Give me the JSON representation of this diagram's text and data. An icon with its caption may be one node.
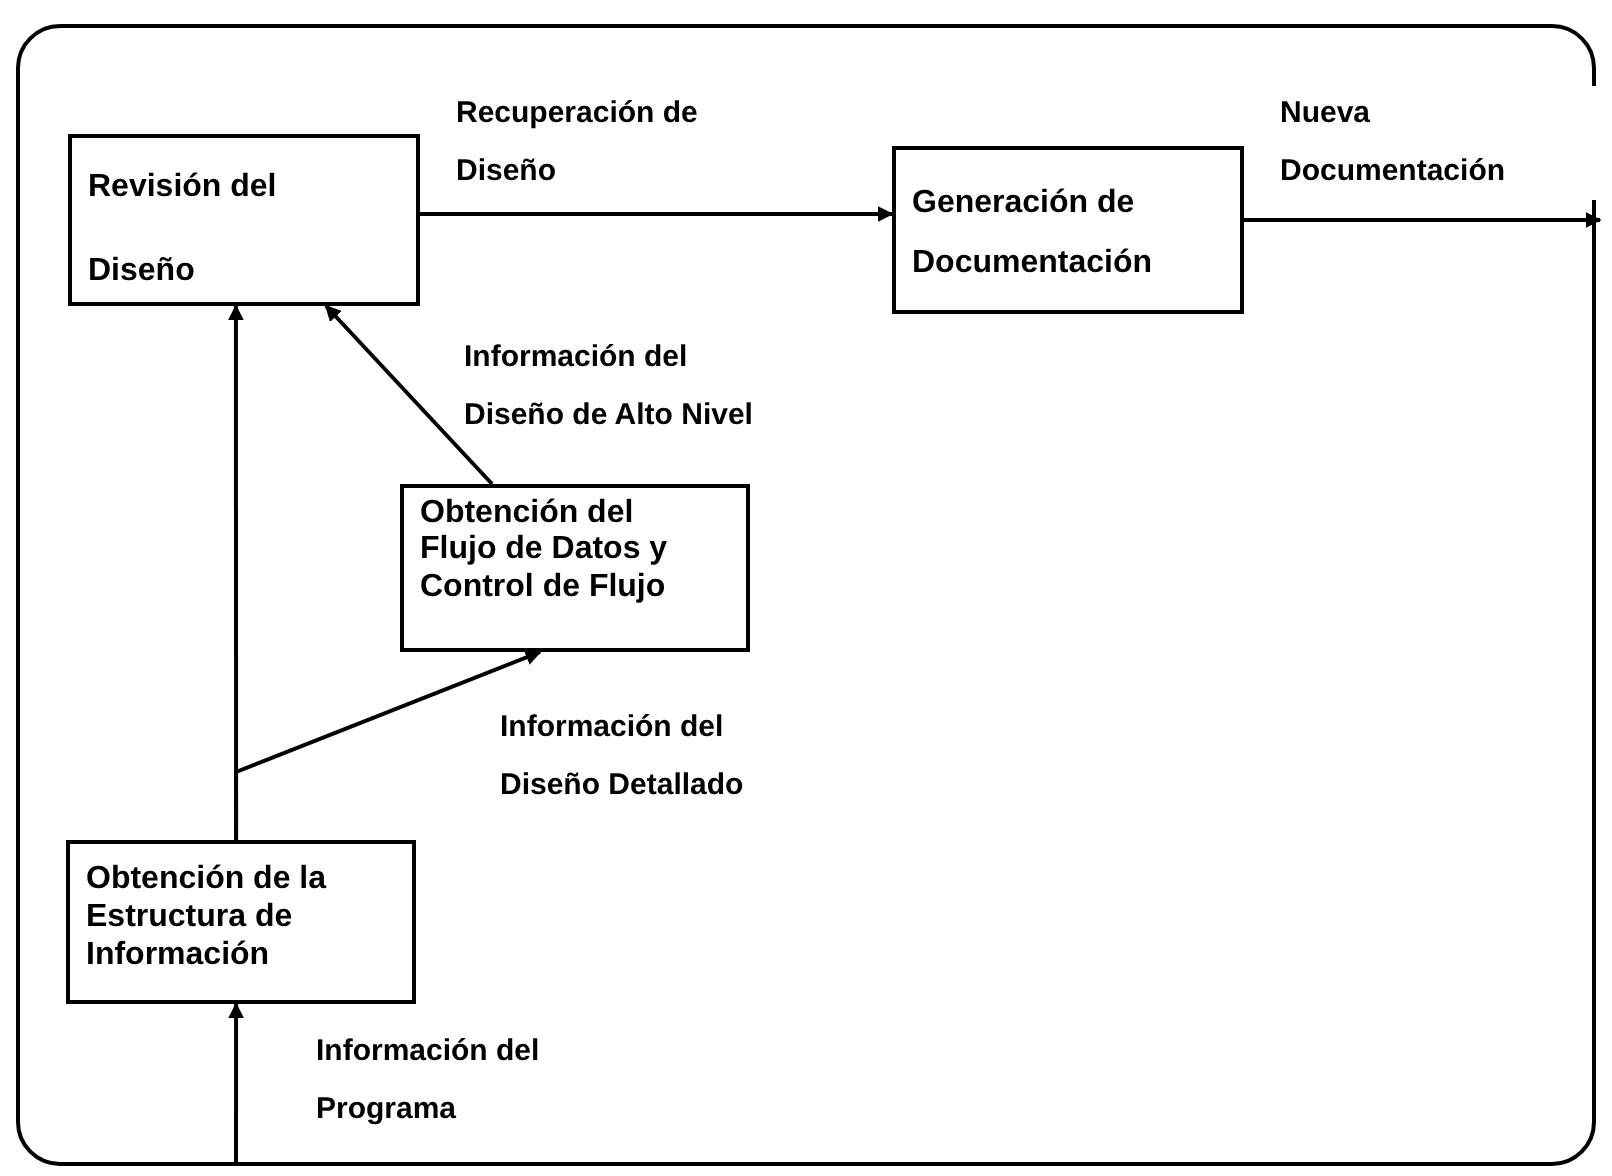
{
  "diagram": {
    "nodes": [
      {
        "text": [
          "Revisión del Diseño"
        ]
      },
      {
        "text": [
          "Generación de Documentación"
        ]
      },
      {
        "text": [
          "Obtención del Flujo de Datos y Control de Flujo"
        ]
      },
      {
        "text": [
          "Obtención de la Estructura de Información"
        ]
      }
    ],
    "edges": [
      {
        "from": 0,
        "to": 1,
        "arrow": "to",
        "label": "Recuperación de Diseño"
      },
      {
        "from": 1,
        "to": null,
        "arrow": "to",
        "label": "Nueva Documentación"
      },
      {
        "from": 2,
        "to": 0,
        "arrow": "to",
        "label": "Información del Diseño de Alto Nivel"
      },
      {
        "from": 3,
        "to": 0,
        "arrow": "to"
      },
      {
        "from": 3,
        "to": 2,
        "arrow": "to",
        "label": "Información del Diseño Detallado"
      },
      {
        "from": null,
        "to": 3,
        "arrow": "to",
        "label": "Información del Programa"
      }
    ]
  }
}
